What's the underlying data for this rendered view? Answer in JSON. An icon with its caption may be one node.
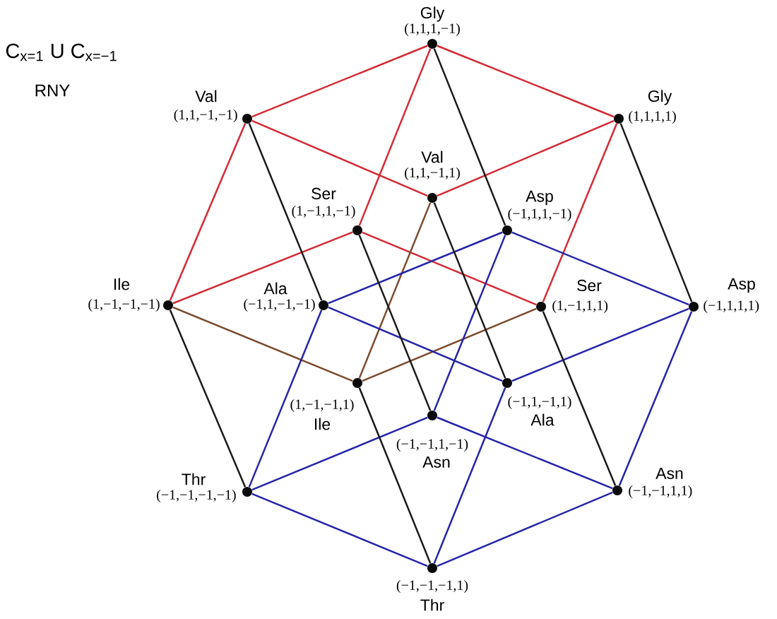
{
  "diagram": {
    "title": "C$_{x=1}$ U C$_{x=−1}$",
    "nodes": [
      {
        "text": [],
        "shape": "circle",
        "beside": [
          "Gly",
          "(1,1,1,−1)"
        ]
      },
      {
        "text": [],
        "shape": "circle",
        "beside": [
          "Val",
          "(1,1,−1,−1)"
        ]
      },
      {
        "text": [],
        "shape": "circle",
        "beside": [
          "Gly",
          "(1,1,1,1)"
        ]
      },
      {
        "text": [],
        "shape": "circle",
        "beside": [
          "Val",
          "(1,1,−1,1)"
        ]
      },
      {
        "text": [],
        "shape": "circle",
        "beside": [
          "Ser",
          "(1,−1,1,−1)"
        ]
      },
      {
        "text": [],
        "shape": "circle",
        "beside": [
          "Asp",
          "(−1,1,1,−1)"
        ]
      },
      {
        "text": [],
        "shape": "circle",
        "beside": [
          "Ile",
          "(1,−1,−1,−1)"
        ]
      },
      {
        "text": [],
        "shape": "circle",
        "beside": [
          "Ala",
          "(−1,1,−1,−1)"
        ]
      },
      {
        "text": [],
        "shape": "circle",
        "beside": [
          "Ser",
          "(1,−1,1,1)"
        ]
      },
      {
        "text": [],
        "shape": "circle",
        "beside": [
          "Asp",
          "(−1,1,1,1)"
        ]
      },
      {
        "text": [],
        "shape": "circle",
        "beside": [
          "(1,−1,−1,1)",
          "Ile"
        ]
      },
      {
        "text": [],
        "shape": "circle",
        "beside": [
          "(−1,1,−1,1)",
          "Ala"
        ]
      },
      {
        "text": [],
        "shape": "circle",
        "beside": [
          "(−1,−1,1,−1)",
          "Asn"
        ]
      },
      {
        "text": [],
        "shape": "circle",
        "beside": [
          "Thr",
          "(−1,−1,−1,−1)"
        ]
      },
      {
        "text": [],
        "shape": "circle",
        "beside": [
          "Asn",
          "(−1,−1,1,1)"
        ]
      },
      {
        "text": [],
        "shape": "circle",
        "beside": [
          "(−1,−1,−1,1)",
          "Thr"
        ]
      }
    ],
    "edges": [
      {
        "from": 0,
        "to": 2,
        "arrow": "none",
        "color": "#d42a34"
      },
      {
        "from": 0,
        "to": 1,
        "arrow": "none",
        "color": "#d42a34"
      },
      {
        "from": 0,
        "to": 4,
        "arrow": "none",
        "color": "#d42a34"
      },
      {
        "from": 2,
        "to": 3,
        "arrow": "none",
        "color": "#d42a34"
      },
      {
        "from": 2,
        "to": 8,
        "arrow": "none",
        "color": "#d42a34"
      },
      {
        "from": 1,
        "to": 3,
        "arrow": "none",
        "color": "#d42a34"
      },
      {
        "from": 1,
        "to": 6,
        "arrow": "none",
        "color": "#d42a34"
      },
      {
        "from": 4,
        "to": 6,
        "arrow": "none",
        "color": "#d42a34"
      },
      {
        "from": 4,
        "to": 8,
        "arrow": "none",
        "color": "#d42a34"
      },
      {
        "from": 3,
        "to": 10,
        "arrow": "none",
        "color": "#7c4a2c"
      },
      {
        "from": 6,
        "to": 10,
        "arrow": "none",
        "color": "#7c4a2c"
      },
      {
        "from": 8,
        "to": 10,
        "arrow": "none",
        "color": "#7c4a2c"
      },
      {
        "from": 5,
        "to": 9,
        "arrow": "none",
        "color": "#2424a8"
      },
      {
        "from": 5,
        "to": 7,
        "arrow": "none",
        "color": "#2424a8"
      },
      {
        "from": 5,
        "to": 12,
        "arrow": "none",
        "color": "#2424a8"
      },
      {
        "from": 7,
        "to": 11,
        "arrow": "none",
        "color": "#2424a8"
      },
      {
        "from": 7,
        "to": 13,
        "arrow": "none",
        "color": "#2424a8"
      },
      {
        "from": 9,
        "to": 11,
        "arrow": "none",
        "color": "#2424a8"
      },
      {
        "from": 9,
        "to": 14,
        "arrow": "none",
        "color": "#2424a8"
      },
      {
        "from": 11,
        "to": 15,
        "arrow": "none",
        "color": "#2424a8"
      },
      {
        "from": 12,
        "to": 13,
        "arrow": "none",
        "color": "#2424a8"
      },
      {
        "from": 12,
        "to": 14,
        "arrow": "none",
        "color": "#2424a8"
      },
      {
        "from": 13,
        "to": 15,
        "arrow": "none",
        "color": "#2424a8"
      },
      {
        "from": 14,
        "to": 15,
        "arrow": "none",
        "color": "#2424a8"
      },
      {
        "from": 0,
        "to": 5,
        "arrow": "none",
        "color": "#1a1a1a"
      },
      {
        "from": 2,
        "to": 9,
        "arrow": "none",
        "color": "#1a1a1a"
      },
      {
        "from": 1,
        "to": 7,
        "arrow": "none",
        "color": "#1a1a1a"
      },
      {
        "from": 3,
        "to": 11,
        "arrow": "none",
        "color": "#1a1a1a"
      },
      {
        "from": 4,
        "to": 12,
        "arrow": "none",
        "color": "#1a1a1a"
      },
      {
        "from": 6,
        "to": 13,
        "arrow": "none",
        "color": "#1a1a1a"
      },
      {
        "from": 8,
        "to": 14,
        "arrow": "none",
        "color": "#1a1a1a"
      },
      {
        "from": 10,
        "to": 15,
        "arrow": "none",
        "color": "#1a1a1a"
      }
    ],
    "labels": [
      "RNY"
    ]
  }
}
